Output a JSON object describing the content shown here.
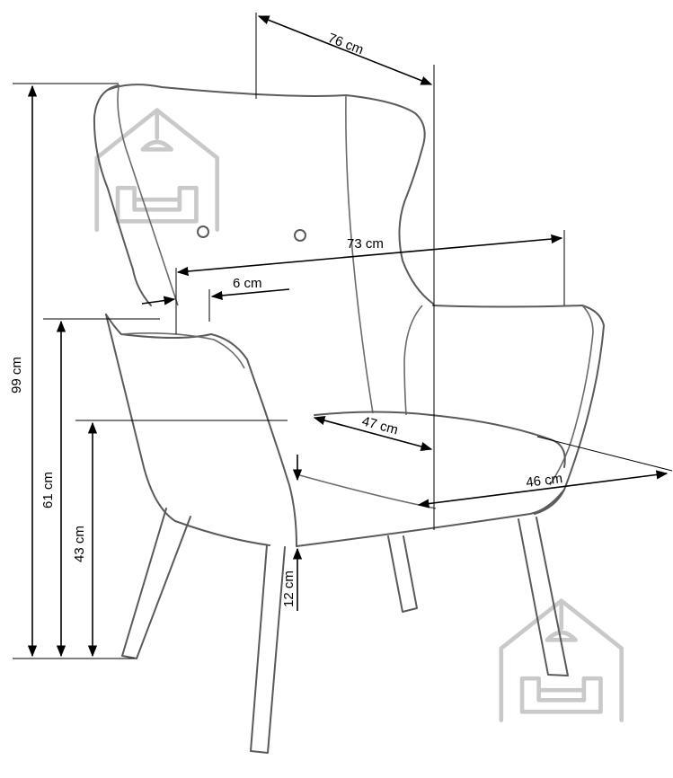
{
  "dimensions": {
    "overall_width": "76 cm",
    "inner_width": "73 cm",
    "armrest_width": "6 cm",
    "total_height": "99 cm",
    "armrest_height": "61 cm",
    "seat_height": "43 cm",
    "leg_clearance": "12 cm",
    "seat_depth": "47 cm",
    "seat_width": "46 cm"
  },
  "watermark": {
    "icon": "house-with-sofa-icon",
    "color": "#c9c9c9"
  }
}
